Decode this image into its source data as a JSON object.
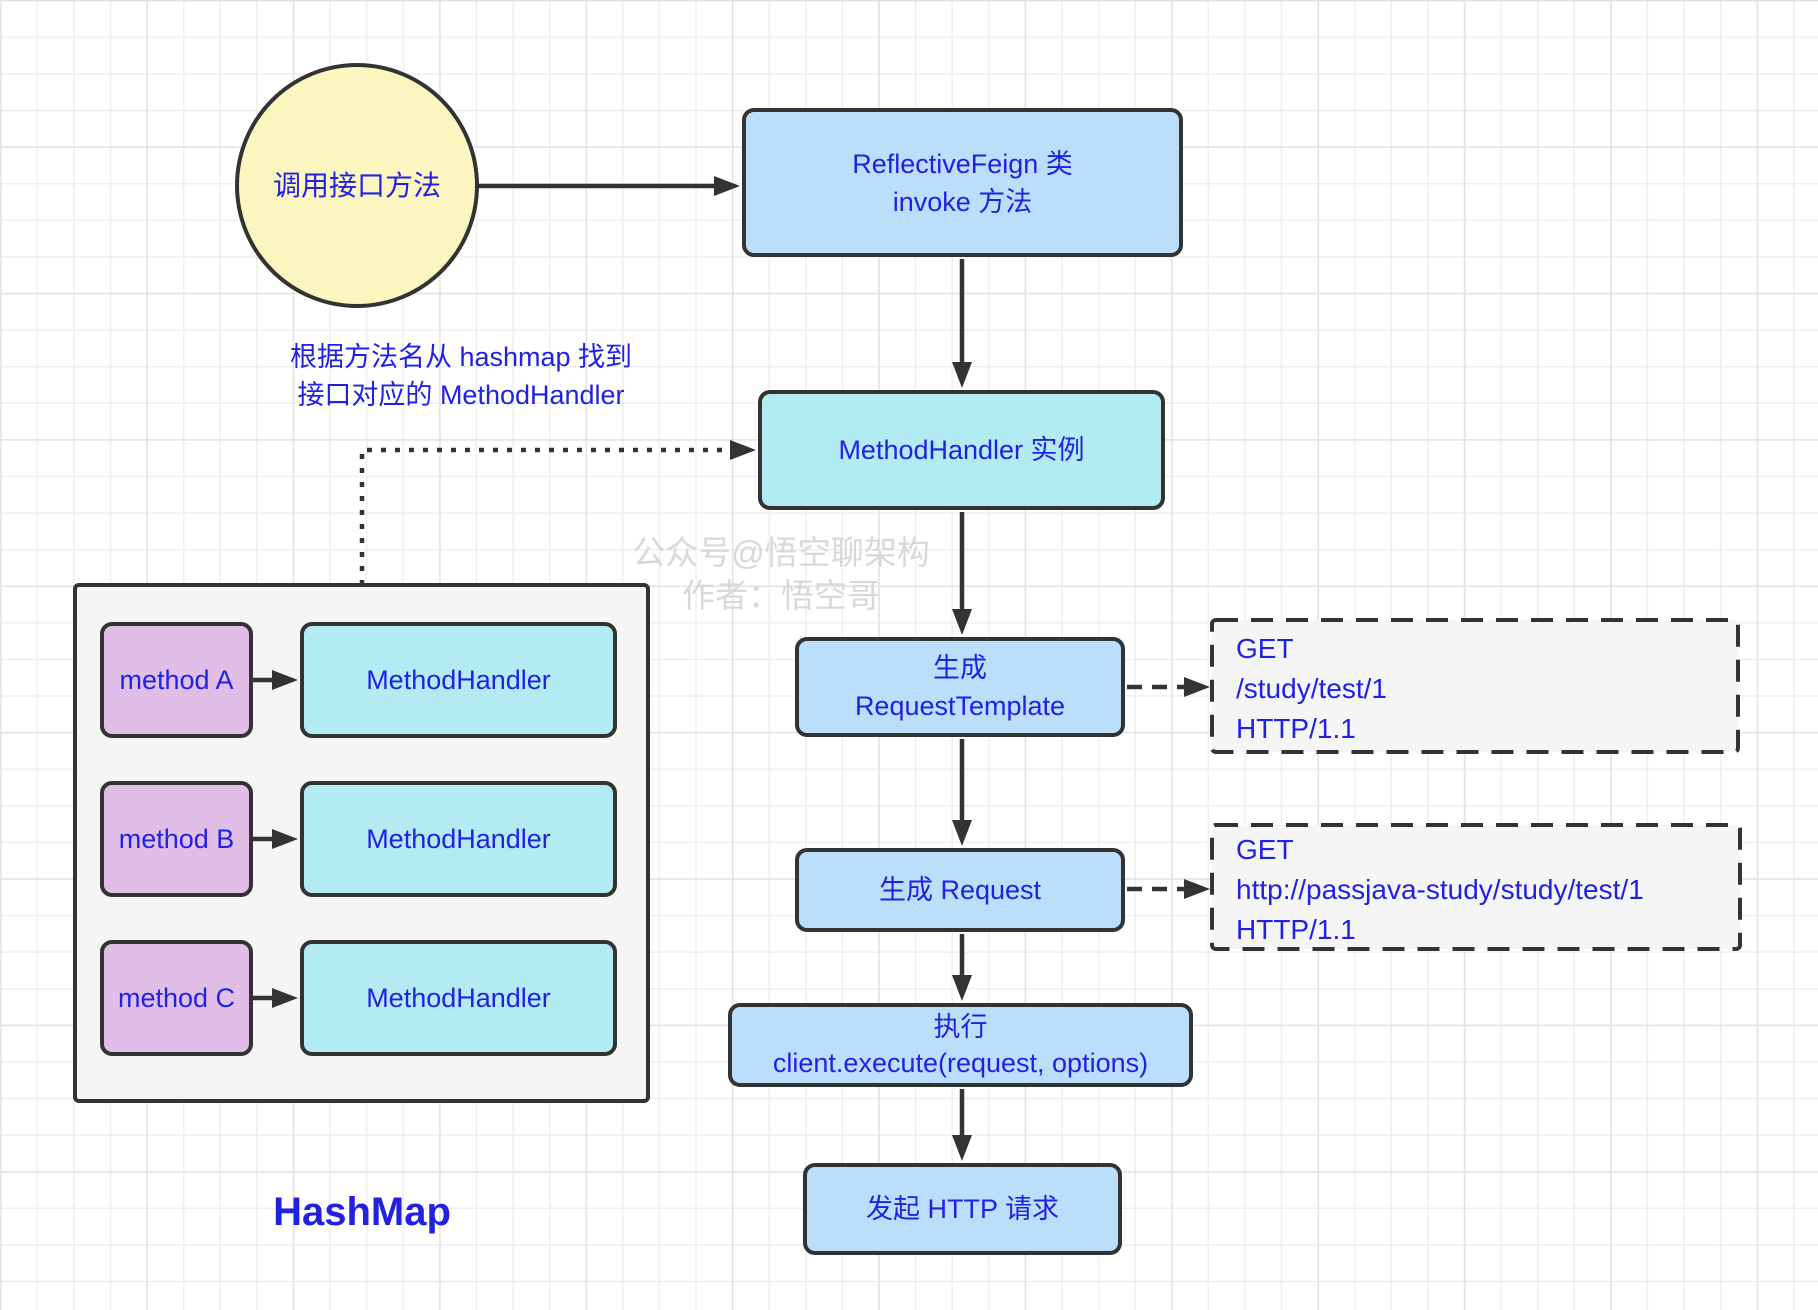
{
  "diagram": {
    "start_circle": {
      "label": "调用接口方法"
    },
    "reflective_feign_node": {
      "line1": "ReflectiveFeign 类",
      "line2": "invoke 方法"
    },
    "method_handler_instance_node": {
      "label": "MethodHandler 实例"
    },
    "annotation": {
      "line1": "根据方法名从 hashmap 找到",
      "line2": "接口对应的 MethodHandler"
    },
    "watermark": {
      "line1": "公众号@悟空聊架构",
      "line2": "作者：悟空哥"
    },
    "gen_request_template_node": {
      "line1": "生成",
      "line2": "RequestTemplate"
    },
    "gen_request_node": {
      "label": "生成 Request"
    },
    "execute_node": {
      "line1": "执行",
      "line2": "client.execute(request, options)"
    },
    "send_http_node": {
      "label": "发起 HTTP 请求"
    },
    "request_template_example": {
      "line1": "GET",
      "line2": "/study/test/1",
      "line3": "HTTP/1.1"
    },
    "request_example": {
      "line1": "GET",
      "line2": "http://passjava-study/study/test/1",
      "line3": "HTTP/1.1"
    },
    "hashmap": {
      "label": "HashMap",
      "entries": [
        {
          "key": "method A",
          "value": "MethodHandler"
        },
        {
          "key": "method B",
          "value": "MethodHandler"
        },
        {
          "key": "method C",
          "value": "MethodHandler"
        }
      ]
    },
    "colors": {
      "text_blue": "#2121e2",
      "node_yellow": "#fbf5c0",
      "node_light_blue": "#bbdefb",
      "node_cyan": "#b2ebf2",
      "node_purple": "#e1bee7",
      "panel_gray": "#f5f5f5",
      "stroke_dark": "#333333",
      "watermark_gray": "#d8d8d8"
    }
  }
}
